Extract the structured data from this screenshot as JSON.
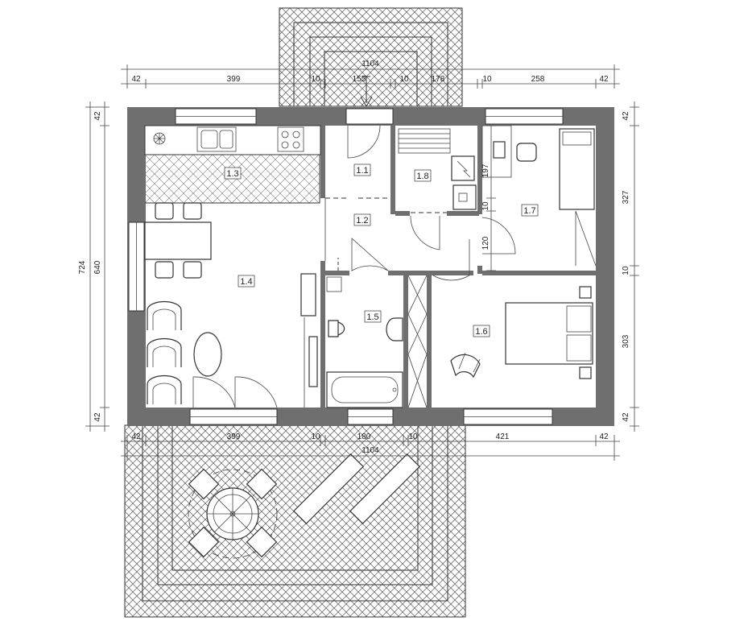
{
  "rooms": [
    {
      "id": "1.1"
    },
    {
      "id": "1.2"
    },
    {
      "id": "1.3"
    },
    {
      "id": "1.4"
    },
    {
      "id": "1.5"
    },
    {
      "id": "1.6"
    },
    {
      "id": "1.7"
    },
    {
      "id": "1.8"
    }
  ],
  "dimensions": {
    "top_total": "1104",
    "top_segments": [
      "42",
      "399",
      "10",
      "155",
      "10",
      "178",
      "10",
      "258",
      "42"
    ],
    "bottom_total": "1104",
    "bottom_segments": [
      "42",
      "399",
      "10",
      "180",
      "10",
      "421",
      "42"
    ],
    "left_total": "724",
    "left_inner": "640",
    "left_segments": [
      "42",
      "42"
    ],
    "right_segments": [
      "42",
      "327",
      "10",
      "303",
      "42"
    ],
    "interior": [
      "197",
      "10",
      "120"
    ]
  },
  "colors": {
    "wall": "#6f6f6f",
    "line": "#333333"
  }
}
